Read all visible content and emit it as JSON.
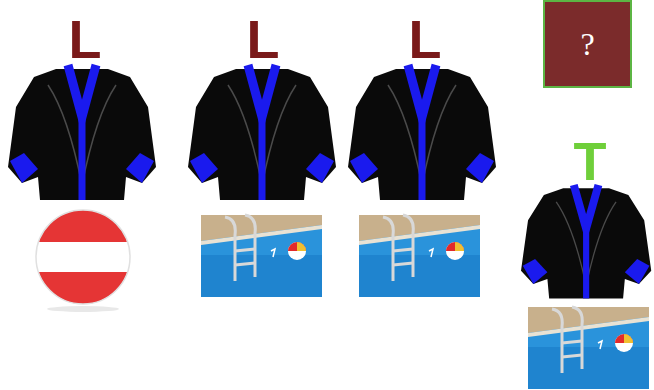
{
  "diagram": {
    "nodes": [
      {
        "text": [
          "?"
        ]
      }
    ],
    "labels": [
      "L",
      "L",
      "L",
      "T"
    ]
  }
}
